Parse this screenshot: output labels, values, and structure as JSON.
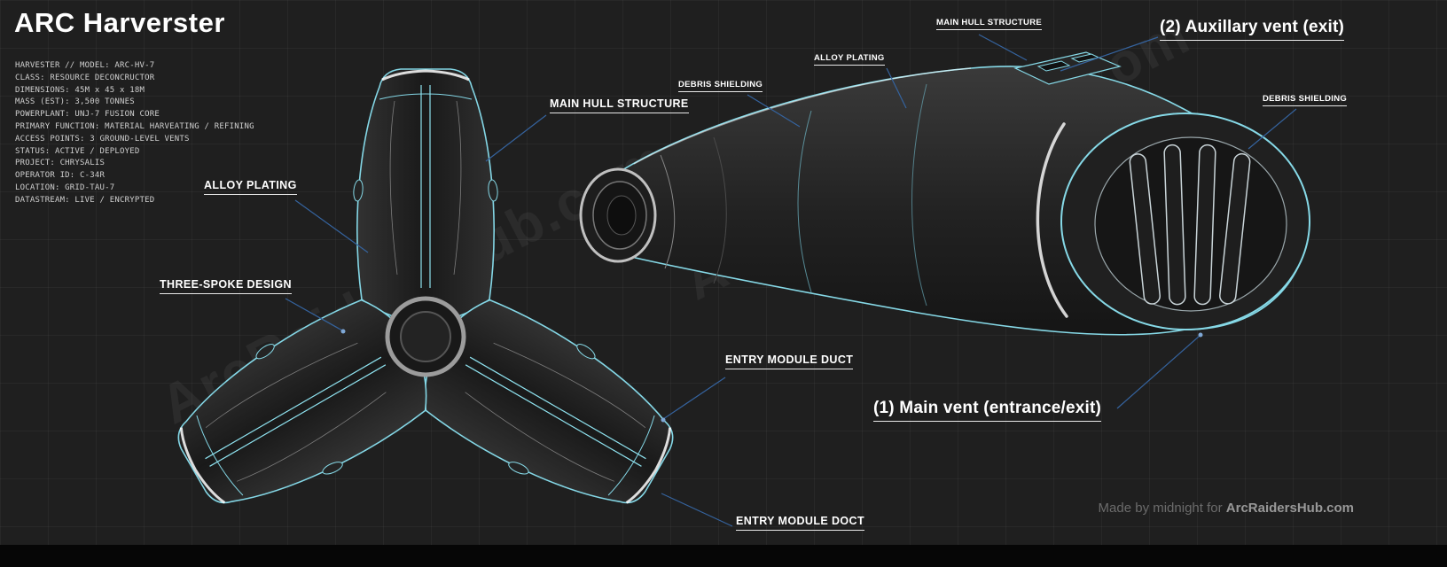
{
  "title": "ARC Harverster",
  "specs": {
    "lines": [
      "HARVESTER // MODEL: ARC-HV-7",
      "CLASS: RESOURCE DECONCRUCTOR",
      "DIMENSIONS: 45M x 45 x 18M",
      "MASS (EST): 3,500 TONNES",
      "POWERPLANT: UNJ-7 FUSION CORE",
      "PRIMARY FUNCTION: MATERIAL HARVEATING / REFINING",
      "ACCESS POINTS: 3 GROUND-LEVEL VENTS",
      "STATUS: ACTIVE / DEPLOYED",
      "PROJECT: CHRYSALIS",
      "OPERATOR ID: C-34R",
      "LOCATION:  GRID-TAU-7",
      "DATASTREAM: LIVE / ENCRYPTED"
    ]
  },
  "callouts": {
    "main_hull_top": "MAIN HULL STRUCTURE",
    "alloy_top": "ALLOY PLATING",
    "three_spoke": "THREE-SPOKE DESIGN",
    "entry_duct": "ENTRY MODULE DUCT",
    "entry_doct": "ENTRY MODULE DOCT",
    "debris_left": "DEBRIS SHIELDING",
    "alloy_side": "ALLOY PLATING",
    "main_hull_side": "MAIN HULL STRUCTURE",
    "debris_right": "DEBRIS SHIELDING",
    "aux_vent": "(2) Auxillary vent (exit)",
    "main_vent": "(1) Main vent (entrance/exit)"
  },
  "watermark": "ArcRaidersHub.com",
  "credit": {
    "prefix": "Made by midnight for ",
    "site": "ArcRaidersHub.com"
  },
  "colors": {
    "background": "#1f1f1f",
    "outline_cyan": "#86d9e7",
    "leader_blue": "#35639e",
    "text": "#ffffff"
  }
}
